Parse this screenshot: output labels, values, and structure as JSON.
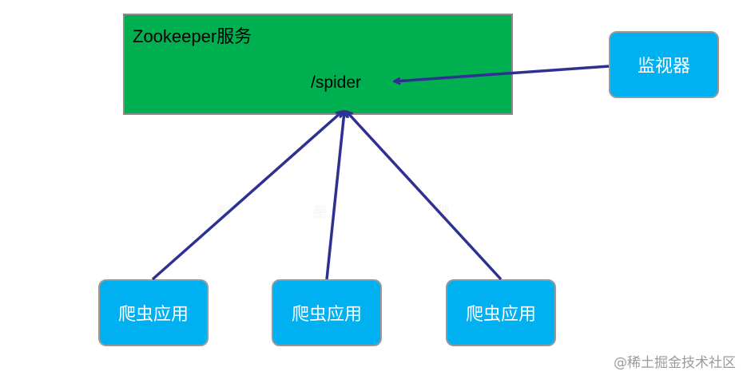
{
  "zookeeper": {
    "title": "Zookeeper服务",
    "node_path": "/spider"
  },
  "monitor": {
    "label": "监视器"
  },
  "spiders": [
    {
      "label": "爬虫应用"
    },
    {
      "label": "爬虫应用"
    },
    {
      "label": "爬虫应用"
    }
  ],
  "faint_labels": [
    "册",
    "册",
    "册"
  ],
  "watermark": "@稀土掘金技术社区",
  "colors": {
    "zookeeper_fill": "#00b050",
    "node_fill": "#00b0f0",
    "arrow": "#2e3192"
  }
}
